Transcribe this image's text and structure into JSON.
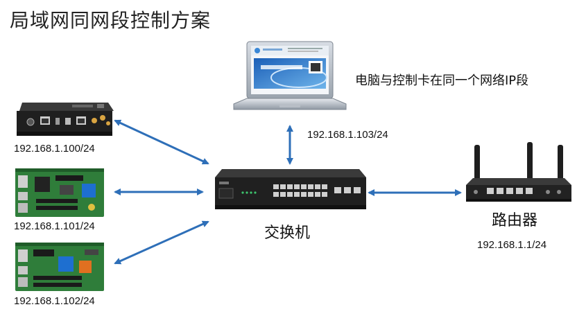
{
  "title": "局域网同网段控制方案",
  "note": "电脑与控制卡在同一个网络IP段",
  "devices": {
    "laptop": {
      "ip": "192.168.1.103/24"
    },
    "card1": {
      "ip": "192.168.1.100/24"
    },
    "card2": {
      "ip": "192.168.1.101/24"
    },
    "card3": {
      "ip": "192.168.1.102/24"
    },
    "switch": {
      "label": "交换机"
    },
    "router": {
      "label": "路由器",
      "ip": "192.168.1.1/24"
    }
  },
  "colors": {
    "arrow": "#2e6fb8",
    "device_dark": "#2b2b2b",
    "pcb_green": "#2f7d3a"
  }
}
